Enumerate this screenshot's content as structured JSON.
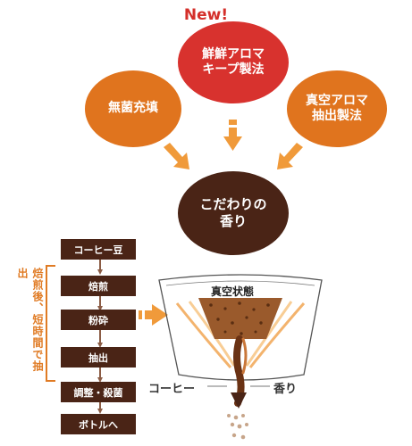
{
  "badge": {
    "new": "New!"
  },
  "circles": {
    "top": {
      "line1": "鮮鮮アロマ",
      "line2": "キープ製法"
    },
    "left": {
      "line1": "無菌充填"
    },
    "right": {
      "line1": "真空アロマ",
      "line2": "抽出製法"
    },
    "center": {
      "line1": "こだわりの",
      "line2": "香り"
    }
  },
  "process": {
    "steps": [
      "コーヒー豆",
      "焙煎",
      "粉砕",
      "抽出",
      "調整・殺菌",
      "ボトルへ"
    ],
    "side_label": "焙煎後、短時間で抽出"
  },
  "vessel": {
    "label": "真空状態",
    "coffee": "コーヒー",
    "aroma": "香り"
  },
  "colors": {
    "top_red": "#d8322e",
    "orange": "#e0741e",
    "brown": "#4a2416",
    "arrow": "#f09a3a"
  }
}
